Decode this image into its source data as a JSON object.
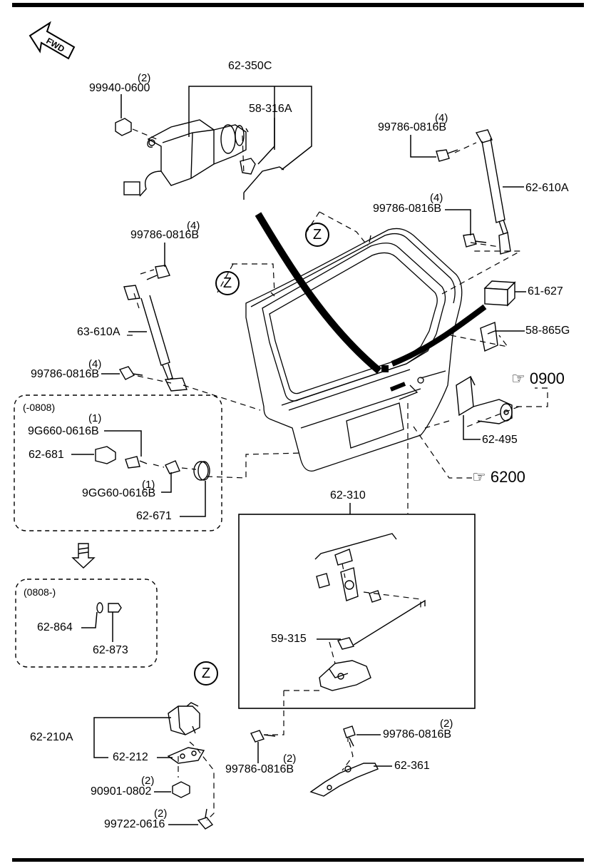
{
  "fwd": "FWD",
  "zone_marker": "Z",
  "refs": {
    "r0900": "0900",
    "r6200": "6200"
  },
  "boxes": {
    "early": "(-0808)",
    "late": "(0808-)"
  },
  "parts": {
    "p62_350C": "62-350C",
    "p58_316A": "58-316A",
    "p99940": "99940-0600",
    "q99940": "(2)",
    "p99786_a": "99786-0816B",
    "q99786_a": "(4)",
    "p62_610A": "62-610A",
    "p99786_b": "99786-0816B",
    "q99786_b": "(4)",
    "p61_627": "61-627",
    "p58_865G": "58-865G",
    "p99786_c": "99786-0816B",
    "q99786_c": "(4)",
    "p63_610A": "63-610A",
    "p99786_d": "99786-0816B",
    "q99786_d": "(4)",
    "p62_495": "62-495",
    "p9G660": "9G660-0616B",
    "q9G660": "(1)",
    "p62_681": "62-681",
    "p9GG60": "9GG60-0616B",
    "q9GG60": "(1)",
    "p62_671": "62-671",
    "p62_310": "62-310",
    "p62_864": "62-864",
    "p62_873": "62-873",
    "p59_315": "59-315",
    "p62_210A": "62-210A",
    "p62_212": "62-212",
    "p90901": "90901-0802",
    "q90901": "(2)",
    "p99722": "99722-0616",
    "q99722": "(2)",
    "p99786_e": "99786-0816B",
    "q99786_e": "(2)",
    "p99786_f": "99786-0816B",
    "q99786_f": "(2)",
    "p62_361": "62-361"
  }
}
